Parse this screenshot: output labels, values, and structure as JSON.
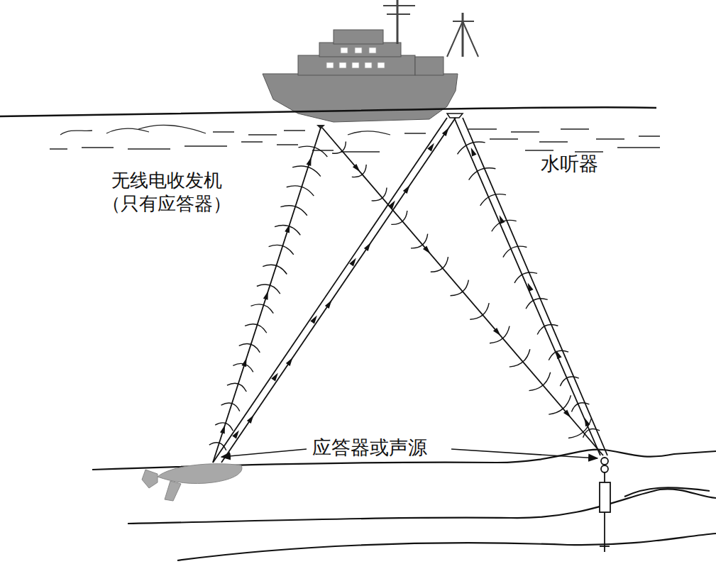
{
  "diagram": {
    "labels": [
      "无线电收发机 （只有应答器）",
      "水听器",
      "应答器或声源"
    ]
  }
}
